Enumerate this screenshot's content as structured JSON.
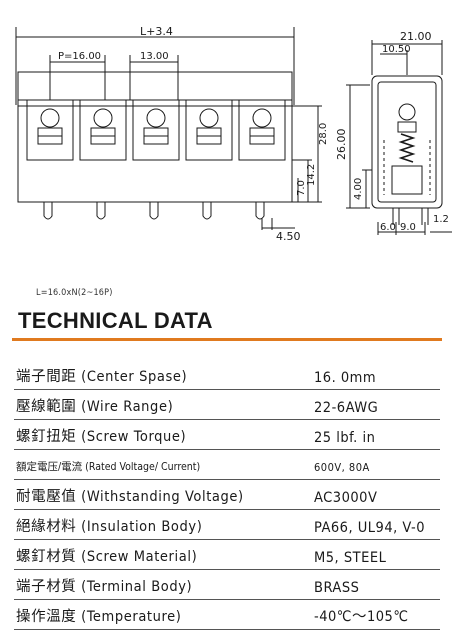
{
  "drawing": {
    "dim_total_length": "L+3.4",
    "dim_pitch": "P=16.00",
    "dim_block_width": "13.00",
    "dim_height": "28.0",
    "dim_h142": "14.2",
    "dim_h70": "7.0",
    "dim_pin": "4.50",
    "dim_side_width": "21.00",
    "dim_side_half": "10.50",
    "dim_side_height": "26.00",
    "dim_side_pin": "4.00",
    "dim_bottom_60": "6.0",
    "dim_bottom_90": "9.0",
    "dim_bottom_12": "1.2"
  },
  "formula": "L=16.0xN(2~16P)",
  "section_title": "TECHNICAL DATA",
  "specs": [
    {
      "label": "端子間距 (Center Spase)",
      "value": "16. 0mm"
    },
    {
      "label": "壓線範圍 (Wire Range)",
      "value": "22-6AWG"
    },
    {
      "label": "螺釘扭矩 (Screw Torque)",
      "value": "25 lbf. in"
    },
    {
      "label": "額定電压/電流 (Rated Voltage/ Current)",
      "value": "600V, 80A"
    },
    {
      "label": "耐電壓值 (Withstanding Voltage)",
      "value": "AC3000V"
    },
    {
      "label": "絕緣材料 (Insulation Body)",
      "value": "PA66, UL94, V-0"
    },
    {
      "label": "螺釘材質 (Screw Material)",
      "value": "M5, STEEL"
    },
    {
      "label": "端子材質 (Terminal Body)",
      "value": "BRASS"
    },
    {
      "label": "操作溫度 (Temperature)",
      "value": "-40℃～105℃"
    }
  ]
}
